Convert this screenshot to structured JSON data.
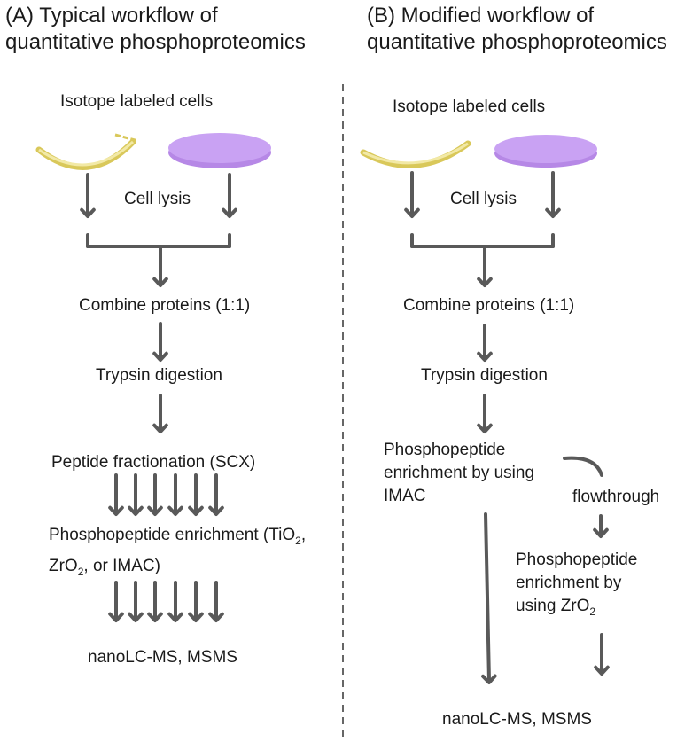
{
  "panel_a": {
    "title_line1": "(A) Typical workflow of",
    "title_line2": "quantitative phosphoproteomics",
    "isotope": "Isotope labeled cells",
    "lysis": "Cell lysis",
    "combine": "Combine proteins (1:1)",
    "trypsin": "Trypsin digestion",
    "fractionation": "Peptide fractionation (SCX)",
    "enrich_line1_a": "Phosphopeptide enrichment (TiO",
    "enrich_line1_sub": "2",
    "enrich_line1_b": ",",
    "enrich_line2_a": "ZrO",
    "enrich_line2_sub": "2",
    "enrich_line2_b": ", or IMAC)",
    "ms": "nanoLC-MS, MSMS"
  },
  "panel_b": {
    "title_line1": "(B) Modified workflow of",
    "title_line2": "quantitative phosphoproteomics",
    "isotope": "Isotope labeled cells",
    "lysis": "Cell lysis",
    "combine": "Combine proteins (1:1)",
    "trypsin": "Trypsin digestion",
    "imac_line1": "Phosphopeptide",
    "imac_line2": "enrichment by using",
    "imac_line3": "IMAC",
    "flowthrough": "flowthrough",
    "zro_line1": "Phosphopeptide",
    "zro_line2": "enrichment by",
    "zro_line3_a": "using ZrO",
    "zro_line3_sub": "2",
    "ms": "nanoLC-MS, MSMS"
  },
  "colors": {
    "arrow": "#595959",
    "dish_yellow": "#e8dc84",
    "dish_purple": "#c49af0",
    "divider": "#666666"
  }
}
